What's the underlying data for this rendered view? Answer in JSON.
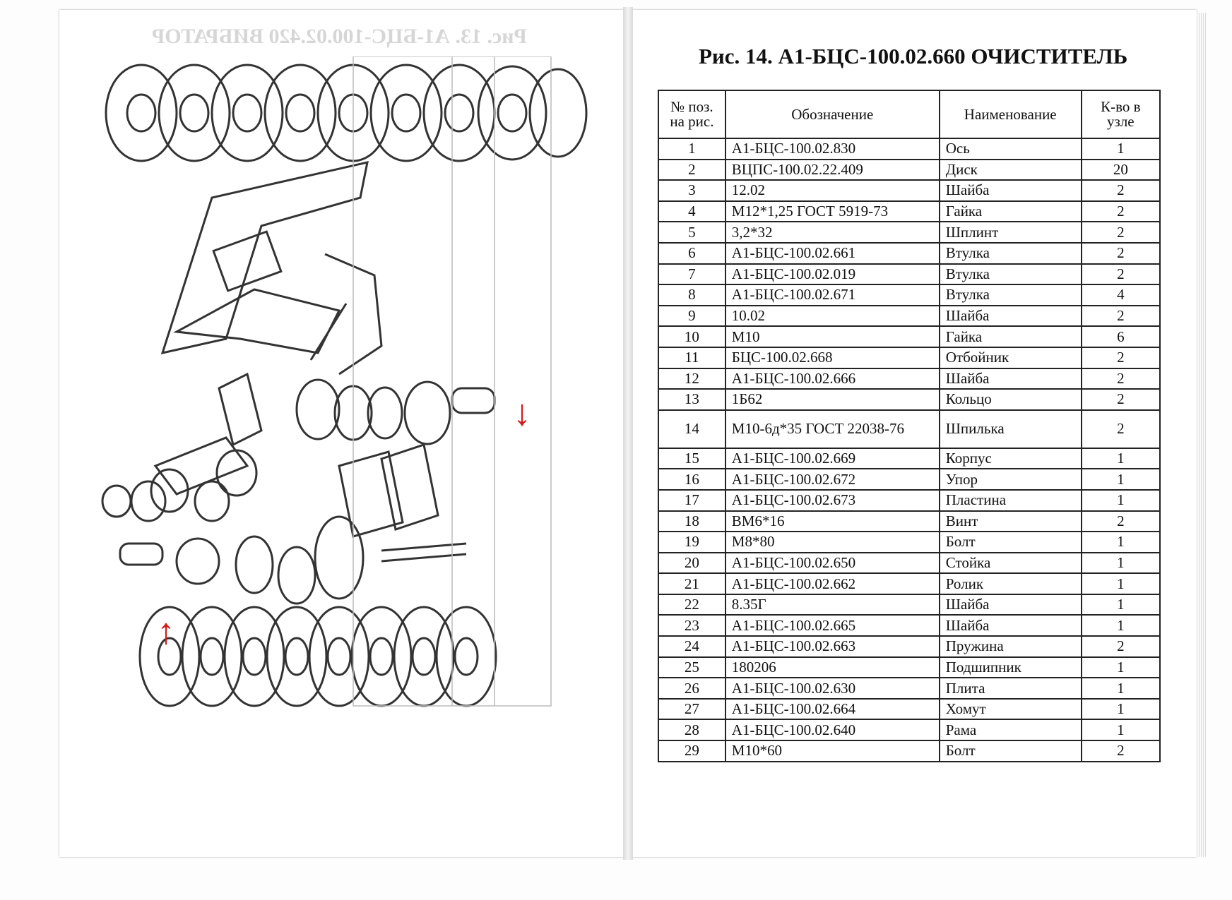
{
  "left_page": {
    "ghost_title": "Рис. 13. А1-БЦС-100.02.420 ВИБРАТОР"
  },
  "right_page": {
    "title": "Рис. 14. А1-БЦС-100.02.660 ОЧИСТИТЕЛЬ",
    "headers": [
      "№ поз. на рис.",
      "Обозначение",
      "Наименование",
      "К-во в узле"
    ],
    "rows": [
      {
        "pos": "1",
        "code": "А1-БЦС-100.02.830",
        "name": "Ось",
        "qty": "1"
      },
      {
        "pos": "2",
        "code": "ВЦПС-100.02.22.409",
        "name": "Диск",
        "qty": "20"
      },
      {
        "pos": "3",
        "code": "12.02",
        "name": "Шайба",
        "qty": "2"
      },
      {
        "pos": "4",
        "code": "М12*1,25 ГОСТ 5919-73",
        "name": "Гайка",
        "qty": "2"
      },
      {
        "pos": "5",
        "code": "3,2*32",
        "name": "Шплинт",
        "qty": "2"
      },
      {
        "pos": "6",
        "code": "А1-БЦС-100.02.661",
        "name": "Втулка",
        "qty": "2"
      },
      {
        "pos": "7",
        "code": "А1-БЦС-100.02.019",
        "name": "Втулка",
        "qty": "2"
      },
      {
        "pos": "8",
        "code": "А1-БЦС-100.02.671",
        "name": "Втулка",
        "qty": "4"
      },
      {
        "pos": "9",
        "code": "10.02",
        "name": "Шайба",
        "qty": "2"
      },
      {
        "pos": "10",
        "code": "М10",
        "name": "Гайка",
        "qty": "6"
      },
      {
        "pos": "11",
        "code": "БЦС-100.02.668",
        "name": "Отбойник",
        "qty": "2"
      },
      {
        "pos": "12",
        "code": "А1-БЦС-100.02.666",
        "name": "Шайба",
        "qty": "2"
      },
      {
        "pos": "13",
        "code": "1Б62",
        "name": "Кольцо",
        "qty": "2"
      },
      {
        "pos": "14",
        "code": "М10-6д*35 ГОСТ 22038-76",
        "name": "Шпилька",
        "qty": "2"
      },
      {
        "pos": "15",
        "code": "А1-БЦС-100.02.669",
        "name": "Корпус",
        "qty": "1"
      },
      {
        "pos": "16",
        "code": "А1-БЦС-100.02.672",
        "name": "Упор",
        "qty": "1"
      },
      {
        "pos": "17",
        "code": "А1-БЦС-100.02.673",
        "name": "Пластина",
        "qty": "1"
      },
      {
        "pos": "18",
        "code": "ВМ6*16",
        "name": "Винт",
        "qty": "2"
      },
      {
        "pos": "19",
        "code": "М8*80",
        "name": "Болт",
        "qty": "1"
      },
      {
        "pos": "20",
        "code": "А1-БЦС-100.02.650",
        "name": "Стойка",
        "qty": "1"
      },
      {
        "pos": "21",
        "code": "А1-БЦС-100.02.662",
        "name": "Ролик",
        "qty": "1"
      },
      {
        "pos": "22",
        "code": "8.35Г",
        "name": "Шайба",
        "qty": "1"
      },
      {
        "pos": "23",
        "code": "А1-БЦС-100.02.665",
        "name": "Шайба",
        "qty": "1"
      },
      {
        "pos": "24",
        "code": "А1-БЦС-100.02.663",
        "name": "Пружина",
        "qty": "2"
      },
      {
        "pos": "25",
        "code": "180206",
        "name": "Подшипник",
        "qty": "1"
      },
      {
        "pos": "26",
        "code": "А1-БЦС-100.02.630",
        "name": "Плита",
        "qty": "1"
      },
      {
        "pos": "27",
        "code": "А1-БЦС-100.02.664",
        "name": "Хомут",
        "qty": "1"
      },
      {
        "pos": "28",
        "code": "А1-БЦС-100.02.640",
        "name": "Рама",
        "qty": "1"
      },
      {
        "pos": "29",
        "code": "М10*60",
        "name": "Болт",
        "qty": "2"
      }
    ]
  }
}
